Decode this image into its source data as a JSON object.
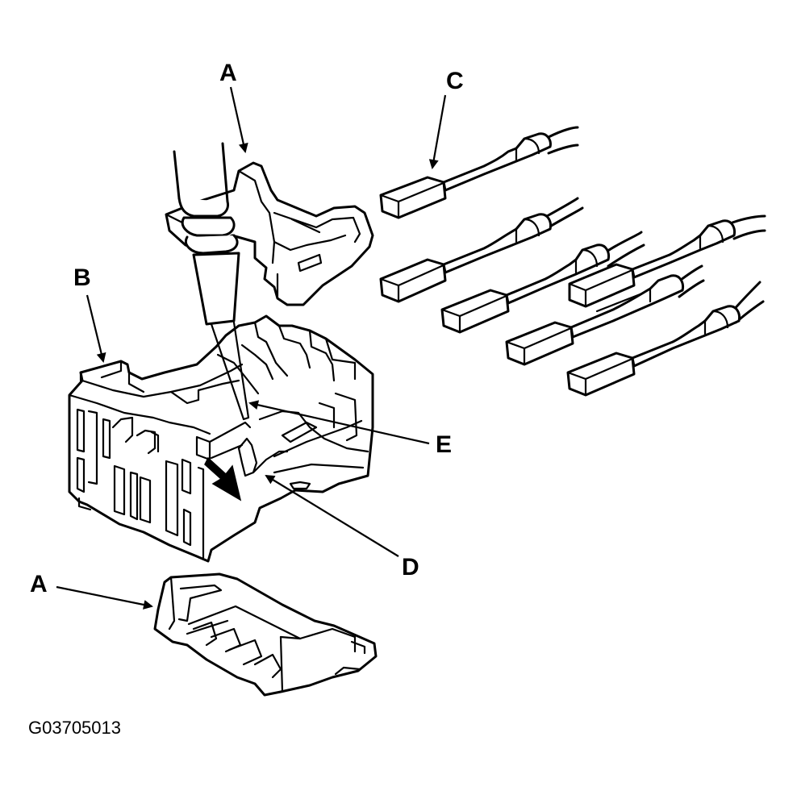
{
  "labels": {
    "a_top": "A",
    "a_bottom": "A",
    "b": "B",
    "c": "C",
    "d": "D",
    "e": "E"
  },
  "figure_code": "G03705013",
  "colors": {
    "ink": "#000000",
    "paper": "#ffffff"
  }
}
